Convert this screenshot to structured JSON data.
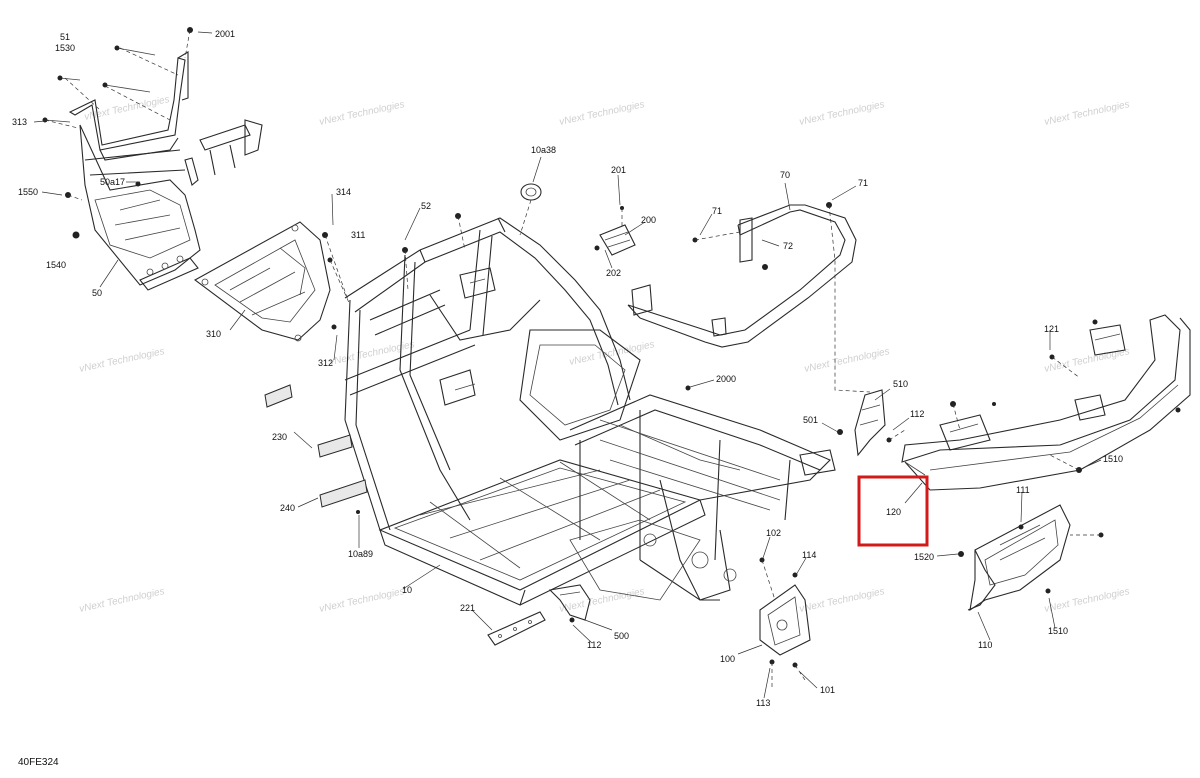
{
  "diagram_code": "40FE324",
  "watermark": "vNext Technologies",
  "highlight_color": "#d11a1a",
  "highlighted_part": "120",
  "callouts": [
    {
      "id": "2001a",
      "text": "2001"
    },
    {
      "id": "51",
      "text": "51"
    },
    {
      "id": "1530",
      "text": "1530"
    },
    {
      "id": "313",
      "text": "313"
    },
    {
      "id": "50a17",
      "text": "50a17"
    },
    {
      "id": "1550",
      "text": "1550"
    },
    {
      "id": "1540",
      "text": "1540"
    },
    {
      "id": "50",
      "text": "50"
    },
    {
      "id": "10a38",
      "text": "10a38"
    },
    {
      "id": "201",
      "text": "201"
    },
    {
      "id": "200",
      "text": "200"
    },
    {
      "id": "202",
      "text": "202"
    },
    {
      "id": "70",
      "text": "70"
    },
    {
      "id": "71a",
      "text": "71"
    },
    {
      "id": "71b",
      "text": "71"
    },
    {
      "id": "72",
      "text": "72"
    },
    {
      "id": "314",
      "text": "314"
    },
    {
      "id": "311",
      "text": "311"
    },
    {
      "id": "52",
      "text": "52"
    },
    {
      "id": "310",
      "text": "310"
    },
    {
      "id": "312",
      "text": "312"
    },
    {
      "id": "2000",
      "text": "2000"
    },
    {
      "id": "121",
      "text": "121"
    },
    {
      "id": "510",
      "text": "510"
    },
    {
      "id": "112a",
      "text": "112"
    },
    {
      "id": "501",
      "text": "501"
    },
    {
      "id": "1510a",
      "text": "1510"
    },
    {
      "id": "120",
      "text": "120"
    },
    {
      "id": "111",
      "text": "111"
    },
    {
      "id": "1520",
      "text": "1520"
    },
    {
      "id": "230",
      "text": "230"
    },
    {
      "id": "240",
      "text": "240"
    },
    {
      "id": "10a89",
      "text": "10a89"
    },
    {
      "id": "10",
      "text": "10"
    },
    {
      "id": "102",
      "text": "102"
    },
    {
      "id": "114",
      "text": "114"
    },
    {
      "id": "221",
      "text": "221"
    },
    {
      "id": "500",
      "text": "500"
    },
    {
      "id": "112b",
      "text": "112"
    },
    {
      "id": "100",
      "text": "100"
    },
    {
      "id": "101",
      "text": "101"
    },
    {
      "id": "113",
      "text": "113"
    },
    {
      "id": "110",
      "text": "110"
    },
    {
      "id": "1510b",
      "text": "1510"
    }
  ]
}
